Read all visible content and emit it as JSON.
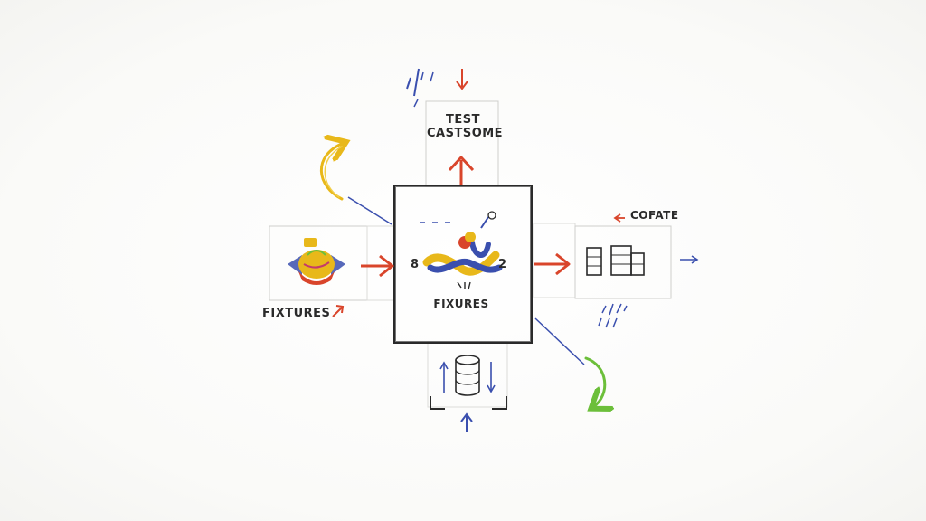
{
  "diagram": {
    "top_box_title": "TEST\nCASTSOME",
    "center_box_title": "FIXURES",
    "left_box_title": "FIXTURES",
    "right_box_title": "COFATE",
    "center_left_number": "8",
    "center_right_number": "2"
  },
  "icons": {
    "left_box": "candy-wrapper-icon",
    "center_box": "python-snake-icon",
    "right_box": "file-cabinets-icon",
    "bottom_box": "database-icon"
  },
  "colors": {
    "arrow_red": "#d9452b",
    "arrow_blue": "#3a4fae",
    "curve_yellow": "#e8b81a",
    "curve_green": "#6cbf3a",
    "ink": "#2a2a2a"
  }
}
